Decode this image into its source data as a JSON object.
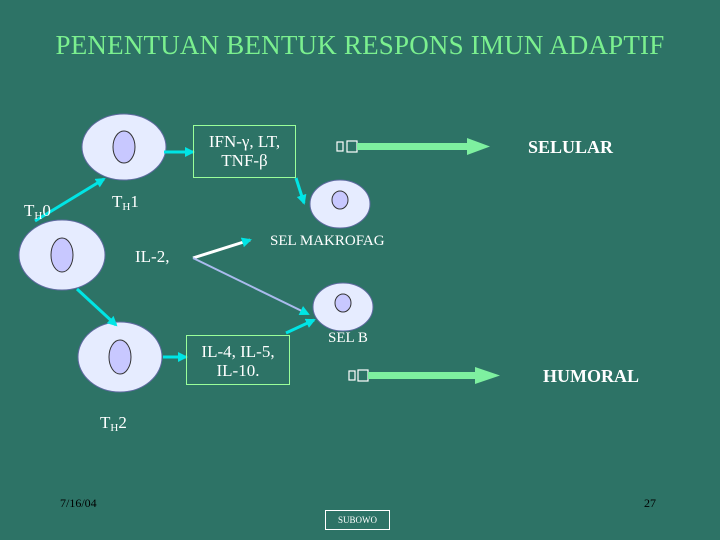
{
  "title": "PENENTUAN BENTUK RESPONS IMUN ADAPTIF",
  "labels": {
    "th0_main": "T",
    "th0_sub": "H",
    "th0_suffix": "0",
    "th1_main": "T",
    "th1_sub": "H",
    "th1_suffix": "1",
    "th2_main": "T",
    "th2_sub": "H",
    "th2_suffix": "2",
    "il2": "IL-2,",
    "sel_makrofag": "SEL MAKROFAG",
    "sel_b": "SEL B",
    "selular": "SELULAR",
    "humoral": "HUMORAL"
  },
  "boxes": {
    "th1_cytokines_line1": "IFN-γ, LT,",
    "th1_cytokines_line2": "TNF-β",
    "th2_cytokines_line1": "IL-4, IL-5,",
    "th2_cytokines_line2": "IL-10."
  },
  "footer": {
    "date": "7/16/04",
    "page": "27",
    "author": "SUBOWO"
  },
  "colors": {
    "background": "#2d7366",
    "title": "#7bf08f",
    "arrow": "#00e5e5",
    "cell_body": "#e6ecff",
    "nucleus": "#c8c8ff",
    "big_arrow": "#7ef0a0"
  }
}
